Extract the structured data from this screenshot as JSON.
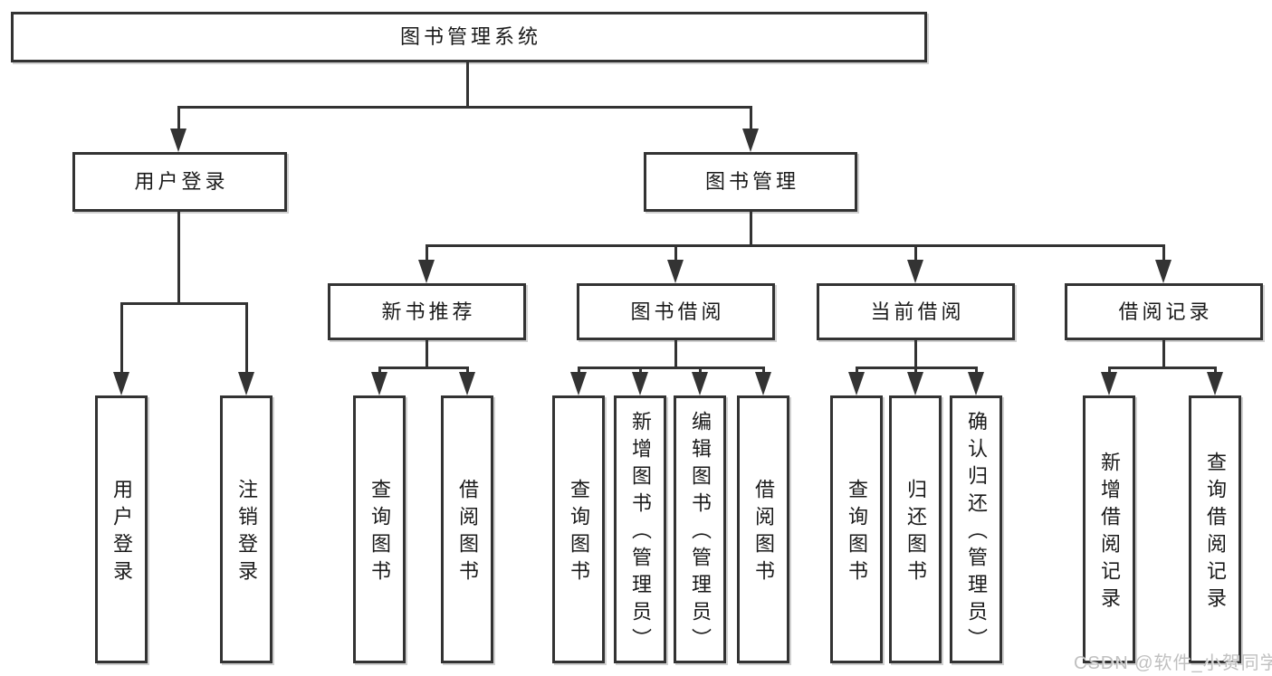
{
  "diagram": {
    "root": {
      "label": "图书管理系统"
    },
    "branches": [
      {
        "label": "用户登录",
        "children": [
          {
            "label": "用户登录"
          },
          {
            "label": "注销登录"
          }
        ]
      },
      {
        "label": "图书管理",
        "children": [
          {
            "label": "新书推荐",
            "children": [
              {
                "label": "查询图书"
              },
              {
                "label": "借阅图书"
              }
            ]
          },
          {
            "label": "图书借阅",
            "children": [
              {
                "label": "查询图书"
              },
              {
                "label": "新增图书（管理员）"
              },
              {
                "label": "编辑图书（管理员）"
              },
              {
                "label": "借阅图书"
              }
            ]
          },
          {
            "label": "当前借阅",
            "children": [
              {
                "label": "查询图书"
              },
              {
                "label": "归还图书"
              },
              {
                "label": "确认归还（管理员）"
              }
            ]
          },
          {
            "label": "借阅记录",
            "children": [
              {
                "label": "新增借阅记录"
              },
              {
                "label": "查询借阅记录"
              }
            ]
          }
        ]
      }
    ]
  },
  "watermark": {
    "text": "CSDN @软件_小贺同学"
  },
  "colors": {
    "line": "#333333",
    "box-fill": "#ffffff",
    "text": "#1a1a1a",
    "watermark": "#c0c0c0",
    "background": "#ffffff"
  }
}
